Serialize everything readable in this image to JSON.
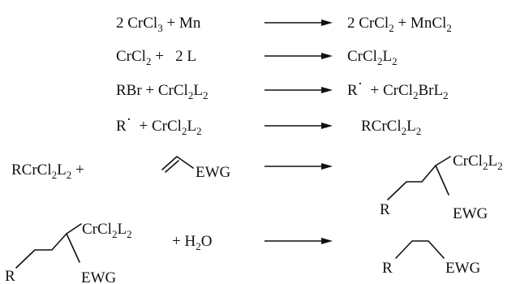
{
  "equations": [
    {
      "id": "r1",
      "left": [
        {
          "t": "2 CrCl"
        },
        {
          "t": "3",
          "sub": true
        },
        {
          "t": " + Mn"
        }
      ],
      "right": [
        {
          "t": "2 CrCl"
        },
        {
          "t": "2",
          "sub": true
        },
        {
          "t": " + MnCl"
        },
        {
          "t": "2",
          "sub": true
        }
      ]
    },
    {
      "id": "r2",
      "left": [
        {
          "t": "CrCl"
        },
        {
          "t": "2",
          "sub": true
        },
        {
          "t": " +   2 L"
        }
      ],
      "right": [
        {
          "t": "CrCl"
        },
        {
          "t": "2",
          "sub": true
        },
        {
          "t": "L"
        },
        {
          "t": "2",
          "sub": true
        }
      ]
    },
    {
      "id": "r3",
      "left": [
        {
          "t": "RBr + CrCl"
        },
        {
          "t": "2",
          "sub": true
        },
        {
          "t": "L"
        },
        {
          "t": "2",
          "sub": true
        }
      ],
      "right": [
        {
          "t": "R"
        },
        {
          "t": "·",
          "sup": true
        },
        {
          "t": "  + CrCl"
        },
        {
          "t": "2",
          "sub": true
        },
        {
          "t": "BrL"
        },
        {
          "t": "2",
          "sub": true
        }
      ]
    },
    {
      "id": "r4",
      "left": [
        {
          "t": "R"
        },
        {
          "t": "·",
          "sup": true
        },
        {
          "t": "  + CrCl"
        },
        {
          "t": "2",
          "sub": true
        },
        {
          "t": "L"
        },
        {
          "t": "2",
          "sub": true
        }
      ],
      "right": [
        {
          "t": "RCrCl"
        },
        {
          "t": "2",
          "sub": true
        },
        {
          "t": "L"
        },
        {
          "t": "2",
          "sub": true
        }
      ]
    },
    {
      "id": "r5",
      "left": [
        {
          "t": "RCrCl"
        },
        {
          "t": "2",
          "sub": true
        },
        {
          "t": "L"
        },
        {
          "t": "2",
          "sub": true
        },
        {
          "t": " +"
        }
      ],
      "left_struct_label": "EWG",
      "right_struct_labels": {
        "r": "R",
        "metal": [
          {
            "t": "CrCl"
          },
          {
            "t": "2",
            "sub": true
          },
          {
            "t": "L"
          },
          {
            "t": "2",
            "sub": true
          }
        ],
        "ewg": "EWG"
      }
    },
    {
      "id": "r6",
      "left_struct_labels": {
        "r": "R",
        "metal": [
          {
            "t": "CrCl"
          },
          {
            "t": "2",
            "sub": true
          },
          {
            "t": "L"
          },
          {
            "t": "2",
            "sub": true
          }
        ],
        "ewg": "EWG"
      },
      "left_tail": [
        {
          "t": "+ H"
        },
        {
          "t": "2",
          "sub": true
        },
        {
          "t": "O"
        }
      ],
      "right_struct_labels": {
        "r": "R",
        "ewg": "EWG"
      }
    }
  ]
}
